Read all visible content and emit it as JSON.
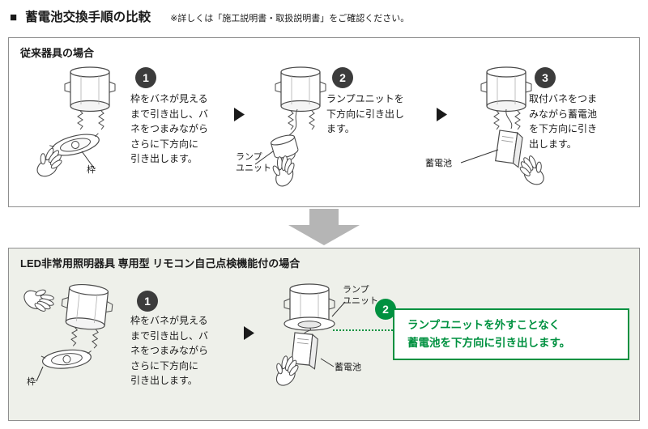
{
  "header": {
    "marker": "■",
    "title": "蓄電池交換手順の比較",
    "note": "※詳しくは「施工説明書・取扱説明書」をご確認ください。"
  },
  "conventional": {
    "title": "従来器具の場合",
    "steps": [
      {
        "number": "1",
        "text": "枠をバネが見える\nまで引き出し、バ\nネをつまみながら\nさらに下方向に\n引き出します。",
        "label": "枠"
      },
      {
        "number": "2",
        "text": "ランプユニットを\n下方向に引き出し\nます。",
        "label": "ランプ\nユニット"
      },
      {
        "number": "3",
        "text": "取付バネをつま\nみながら蓄電池\nを下方向に引き\n出します。",
        "label": "蓄電池"
      }
    ]
  },
  "led": {
    "title": "LED非常用照明器具 専用型 リモコン自己点検機能付の場合",
    "steps": [
      {
        "number": "1",
        "text": "枠をバネが見える\nまで引き出し、バ\nネをつまみながら\nさらに下方向に\n引き出します。",
        "label": "枠"
      },
      {
        "number": "2",
        "label_lamp": "ランプ\nユニット",
        "label_battery": "蓄電池",
        "highlight": "ランプユニットを外すことなく\n蓄電池を下方向に引き出します。"
      }
    ]
  },
  "colors": {
    "green": "#009140",
    "circle_dark": "#3c3c3c",
    "panel_led_bg": "#eef0ea",
    "big_arrow": "#b5b5b5"
  }
}
